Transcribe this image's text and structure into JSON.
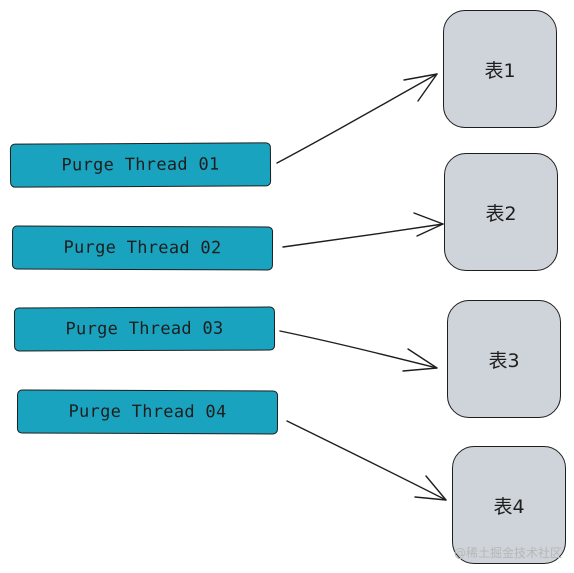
{
  "threads": [
    {
      "label": "Purge Thread 01"
    },
    {
      "label": "Purge Thread 02"
    },
    {
      "label": "Purge Thread 03"
    },
    {
      "label": "Purge Thread 04"
    }
  ],
  "tables": [
    {
      "label": "表1"
    },
    {
      "label": "表2"
    },
    {
      "label": "表3"
    },
    {
      "label": "表4"
    }
  ],
  "watermark": "@稀土掘金技术社区",
  "colors": {
    "thread_fill": "#1aa3bf",
    "table_fill": "#ced4da",
    "stroke": "#1e1e1e"
  }
}
